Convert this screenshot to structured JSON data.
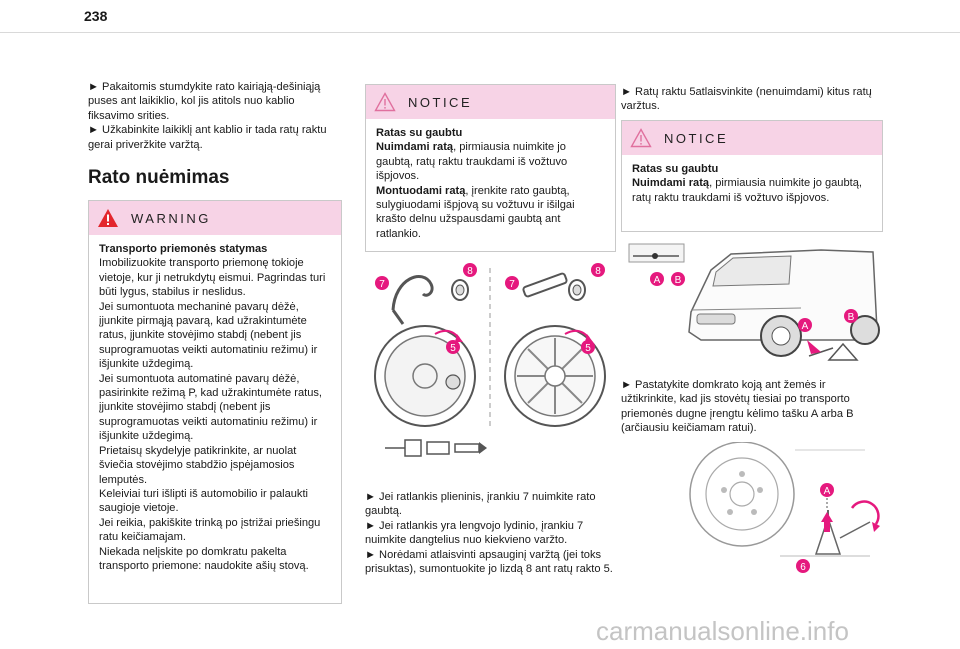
{
  "page_number": "238",
  "col1": {
    "intro1": "► Pakaitomis stumdykite rato kairiąją-dešiniąją puses ant laikiklio, kol jis atitols nuo kablio fiksavimo srities.",
    "intro2": "► Užkabinkite laikiklį ant kablio ir tada ratų raktu gerai priveržkite varžtą.",
    "heading": "Rato nuėmimas",
    "warning": {
      "title": "WARNING",
      "label": "Transporto priemonės statymas",
      "lines": [
        "Imobilizuokite transporto priemonę tokioje vietoje, kur ji netrukdytų eismui. Pagrindas turi būti lygus, stabilus ir neslidus.",
        "Jei sumontuota mechaninė pavarų dėžė, įjunkite pirmąją pavarą, kad užrakintumėte ratus, įjunkite stovėjimo stabdį (nebent jis suprogramuotas veikti automatiniu režimu) ir išjunkite uždegimą.",
        "Jei sumontuota automatinė pavarų dėžė, pasirinkite režimą P, kad užrakintumėte ratus, įjunkite stovėjimo stabdį (nebent jis suprogramuotas veikti automatiniu režimu) ir išjunkite uždegimą.",
        "Prietaisų skydelyje patikrinkite, ar nuolat šviečia stovėjimo stabdžio įspėjamosios lemputės.",
        "Keleiviai turi išlipti iš automobilio ir palaukti saugioje vietoje.",
        "Jei reikia, pakiškite trinką po įstrižai priešingu ratu keičiamajam.",
        "Niekada nelįskite po domkratu pakelta transporto priemone: naudokite ašių stovą."
      ]
    }
  },
  "col2": {
    "notice": {
      "title": "NOTICE",
      "label1": "Ratas su gaubtu",
      "action1": "Nuimdami ratą",
      "text1": ", pirmiausia nuimkite jo gaubtą, ratų raktu traukdami iš vožtuvo išpjovos.",
      "action2": "Montuodami ratą",
      "text2": ", įrenkite rato gaubtą, sulygiuodami išpjovą su vožtuvu ir išilgai krašto delnu užspausdami gaubtą ant ratlankio."
    },
    "figure_labels": {
      "n7": "7",
      "n8": "8",
      "n5": "5"
    },
    "steps": [
      "► Jei ratlankis plieninis, įrankiu 7 nuimkite rato gaubtą.",
      "► Jei ratlankis yra lengvojo lydinio, įrankiu 7 nuimkite dangtelius nuo kiekvieno varžto.",
      "► Norėdami atlaisvinti apsauginį varžtą (jei toks prisuktas), sumontuokite jo lizdą 8 ant ratų rakto 5."
    ]
  },
  "col3": {
    "step1": "► Ratų raktu 5atlaisvinkite (nenuimdami) kitus ratų varžtus.",
    "notice": {
      "title": "NOTICE",
      "label1": "Ratas su gaubtu",
      "action1": "Nuimdami ratą",
      "text1": ", pirmiausia nuimkite jo gaubtą, ratų raktu traukdami iš vožtuvo išpjovos."
    },
    "figure_labels": {
      "a": "A",
      "b": "B",
      "n6": "6"
    },
    "step2": "► Pastatykite domkrato koją ant žemės ir užtikrinkite, kad jis stovėtų tiesiai po transporto priemonės dugne įrengtu kėlimo tašku A arba B (arčiausiu keičiamam ratui)."
  },
  "watermark": "carmanualsonline.info",
  "colors": {
    "accent": "#e5197e",
    "notice_bg": "#f7d3e6",
    "warning_red": "#e3262d",
    "notice_pink": "#e0709e"
  }
}
